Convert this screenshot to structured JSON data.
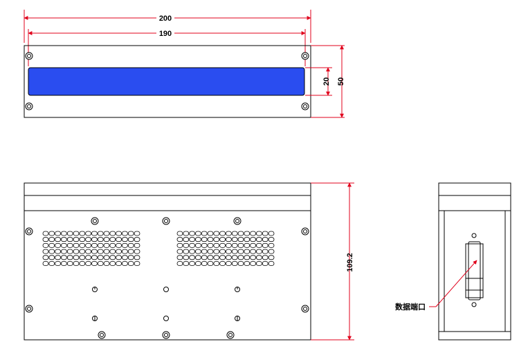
{
  "colors": {
    "dimension_line": "#e0001b",
    "window_fill": "#2a4df0",
    "outline": "#000000"
  },
  "top_view": {
    "dim_overall_width": "200",
    "dim_inner_width": "190",
    "dim_window_height": "20",
    "dim_overall_height": "50"
  },
  "front_view": {
    "dim_height": "109.2"
  },
  "side_view": {
    "port_label": "数据端口"
  }
}
